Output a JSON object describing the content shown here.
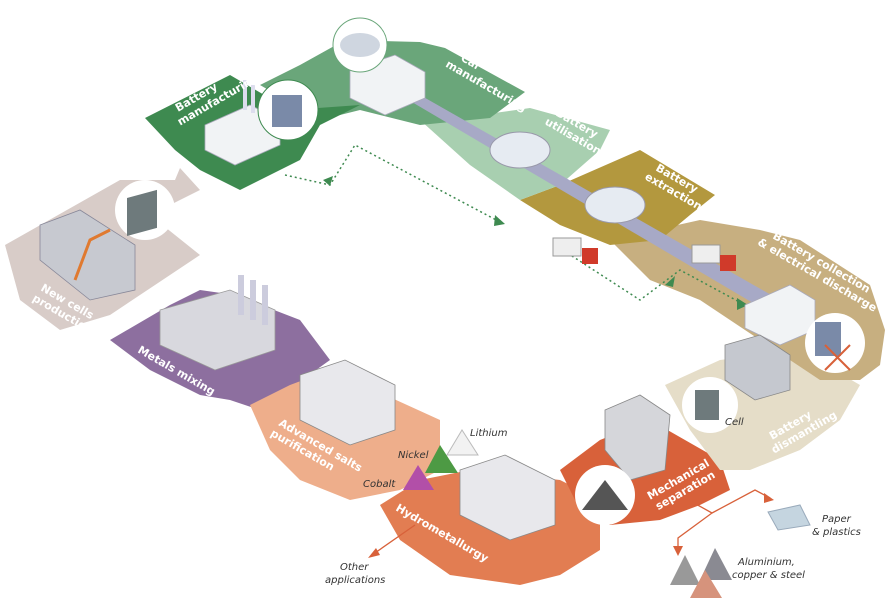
{
  "stages": [
    {
      "line1": "New cells",
      "line2": "production",
      "color": "#d8ccc8",
      "text_color": "#6b5a55"
    },
    {
      "line1": "Battery",
      "line2": "manufacturing",
      "color": "#3e8a50",
      "text_color": "#ffffff"
    },
    {
      "line1": "Car",
      "line2": "manufacturing",
      "color": "#6aa67a",
      "text_color": "#ffffff"
    },
    {
      "line1": "Battery",
      "line2": "utilisation",
      "color": "#a8cfb0",
      "text_color": "#ffffff"
    },
    {
      "line1": "Battery",
      "line2": "extraction",
      "color": "#b3983e",
      "text_color": "#ffffff"
    },
    {
      "line1": "Battery collection",
      "line2": "& electrical discharge",
      "color": "#c7af80",
      "text_color": "#ffffff"
    },
    {
      "line1": "Battery",
      "line2": "dismantling",
      "color": "#e5ddc8",
      "text_color": "#6b6250"
    },
    {
      "line1": "Mechanical",
      "line2": "separation",
      "color": "#d8613a",
      "text_color": "#ffffff"
    },
    {
      "line1": "Hydrometallurgy",
      "line2": "",
      "color": "#e27d52",
      "text_color": "#ffffff"
    },
    {
      "line1": "Advanced salts",
      "line2": "purification",
      "color": "#eeae8b",
      "text_color": "#ffffff"
    },
    {
      "line1": "Metals mixing",
      "line2": "",
      "color": "#8d6f9f",
      "text_color": "#ffffff"
    }
  ],
  "items": {
    "cell": "Cell",
    "lithium": "Lithium",
    "nickel": "Nickel",
    "cobalt": "Cobalt",
    "paper_line1": "Paper",
    "paper_line2": "& plastics",
    "metals_line1": "Aluminium,",
    "metals_line2": "copper & steel",
    "other_line1": "Other",
    "other_line2": "applications"
  },
  "colors": {
    "road": "#a7a9c6",
    "dotted_path": "#3e8a50",
    "output_arrow": "#d8613a"
  }
}
